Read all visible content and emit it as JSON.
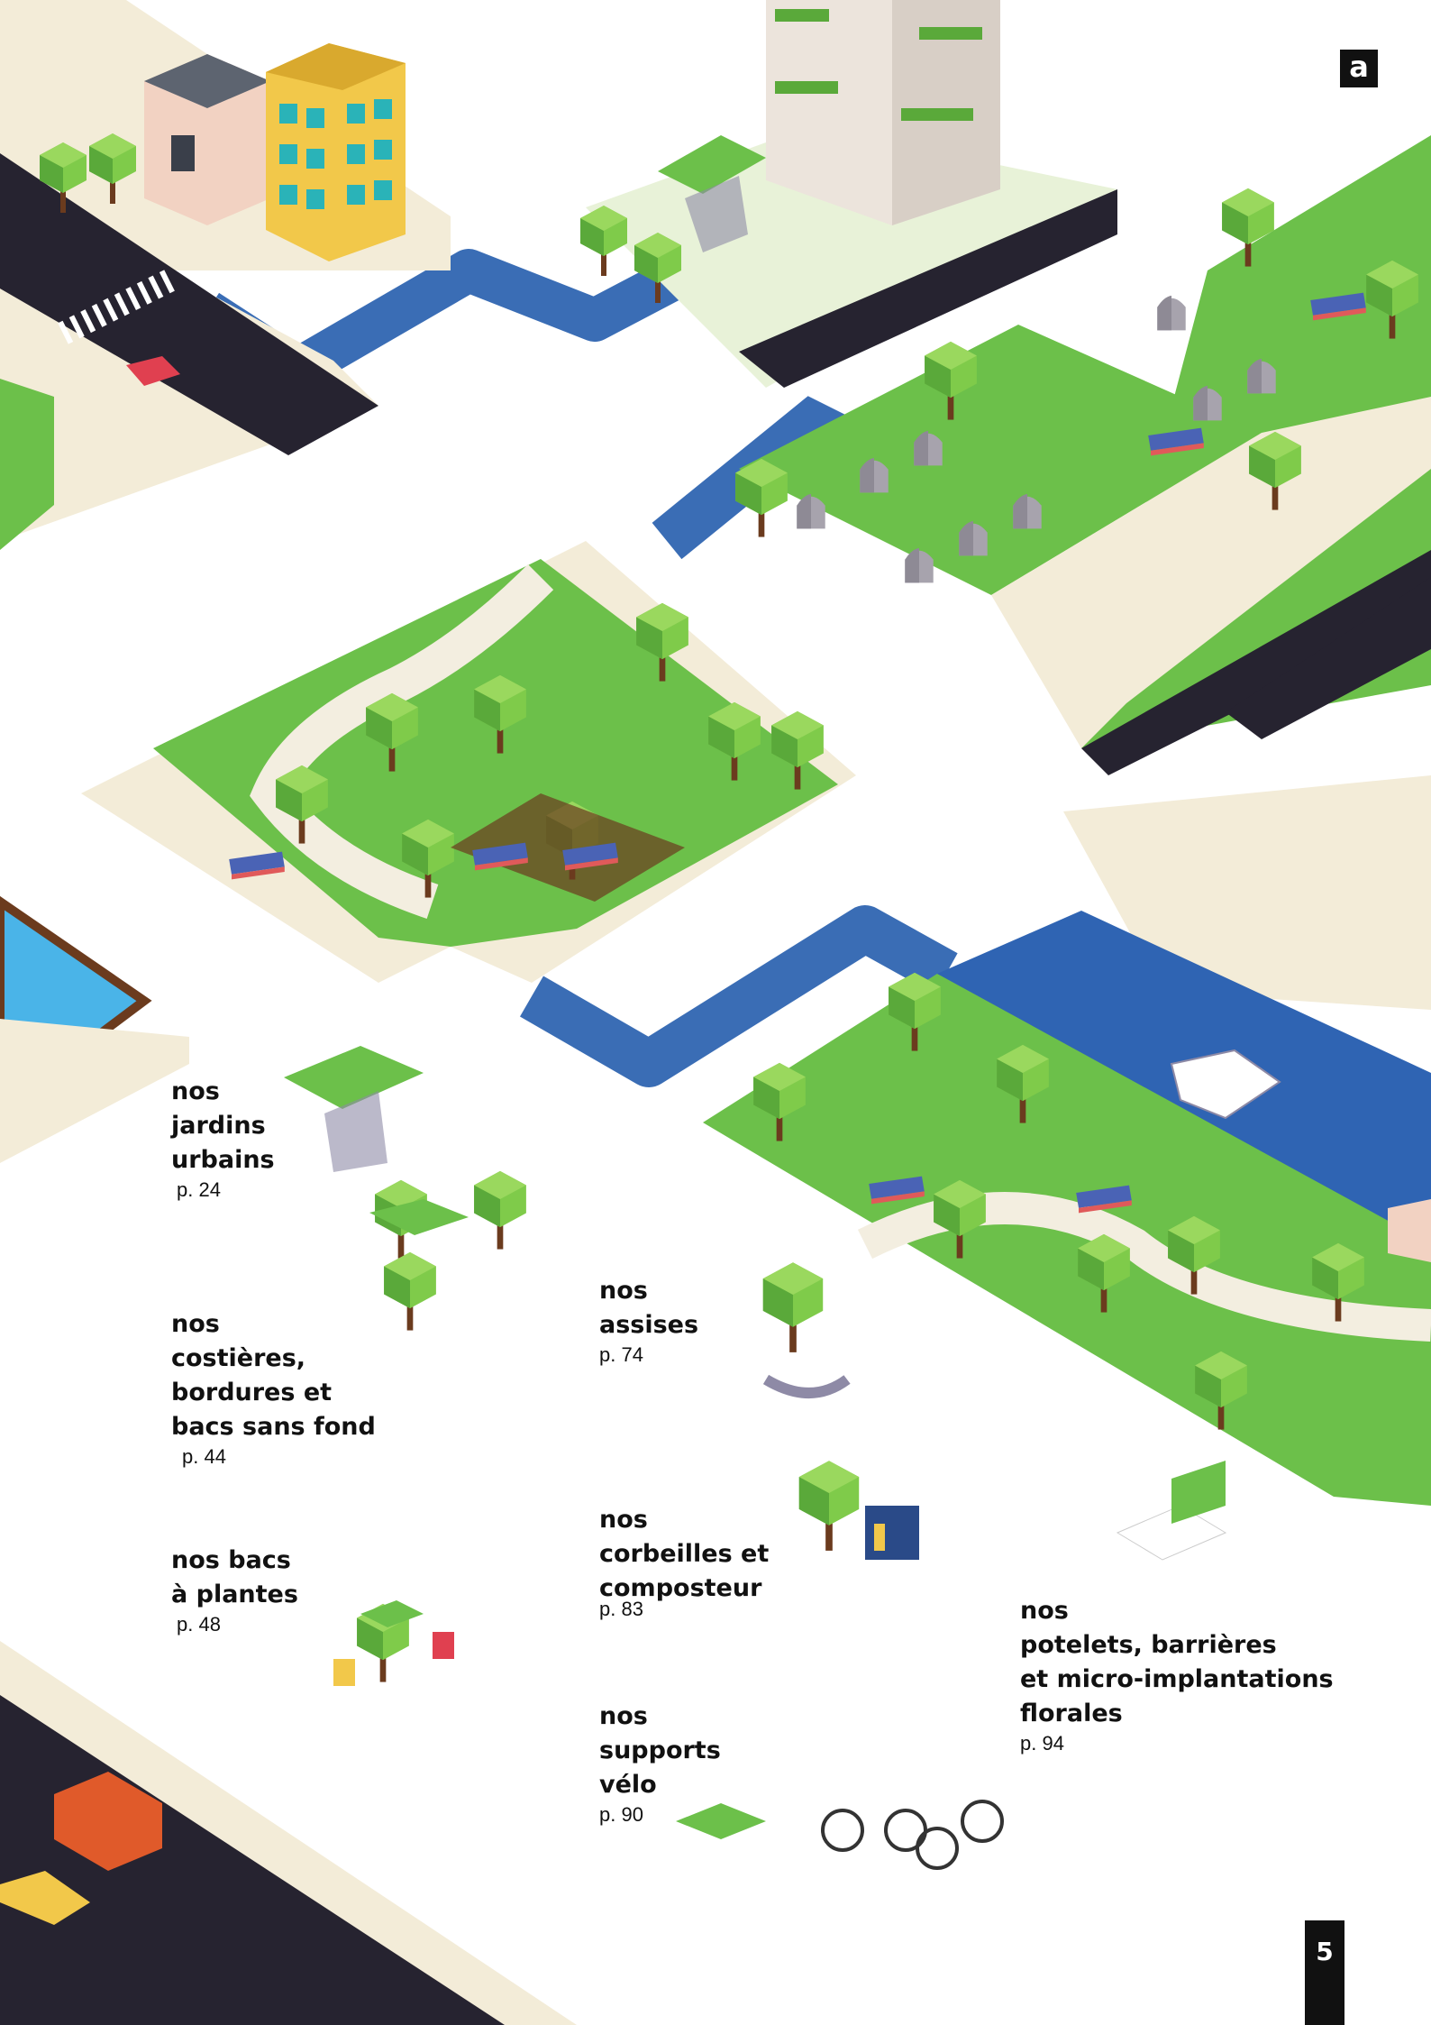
{
  "corner_badge": "a",
  "page_number": "5",
  "labels": [
    {
      "id": "jardins",
      "title": "nos\njardins\nurbains",
      "page": "p. 24"
    },
    {
      "id": "costieres",
      "title": "nos\ncostières,\nbordures et\nbacs sans fond",
      "page": "p. 44"
    },
    {
      "id": "bacs",
      "title": "nos bacs\nà plantes",
      "page": "p. 48"
    },
    {
      "id": "assises",
      "title": "nos\nassises",
      "page": "p. 74"
    },
    {
      "id": "corbeilles",
      "title": "nos\ncorbeilles et\ncomposteur",
      "page": "p. 83"
    },
    {
      "id": "supports",
      "title": "nos\nsupports\nvélo",
      "page": "p. 90"
    },
    {
      "id": "potelets",
      "title": "nos\npotelets, barrières\net micro-implantations\nflorales",
      "page": "p. 94"
    }
  ],
  "colors": {
    "grass": "#6cc04a",
    "grass_dark": "#4fa83a",
    "canal": "#3a6db5",
    "water": "#2f64b3",
    "pool": "#4ab4e8",
    "road": "#262330",
    "sidewalk": "#f3ecd8",
    "path": "#f3eee0",
    "shadow": "#8e8aa6",
    "tree_leaf": "#7fcb4a",
    "trunk": "#6b3b1e",
    "building_yellow": "#f2c84a",
    "building_pink": "#f2d2c2",
    "tower": "#ece4dc"
  },
  "icons": [
    "tree-icon",
    "bench-icon",
    "bicycle-icon",
    "gravestone-icon",
    "boat-icon",
    "car-icon",
    "bus-icon",
    "trash-bin-icon",
    "pedestrian-icon",
    "planter-icon",
    "bollard-icon",
    "crosswalk-icon",
    "pergola-icon"
  ]
}
